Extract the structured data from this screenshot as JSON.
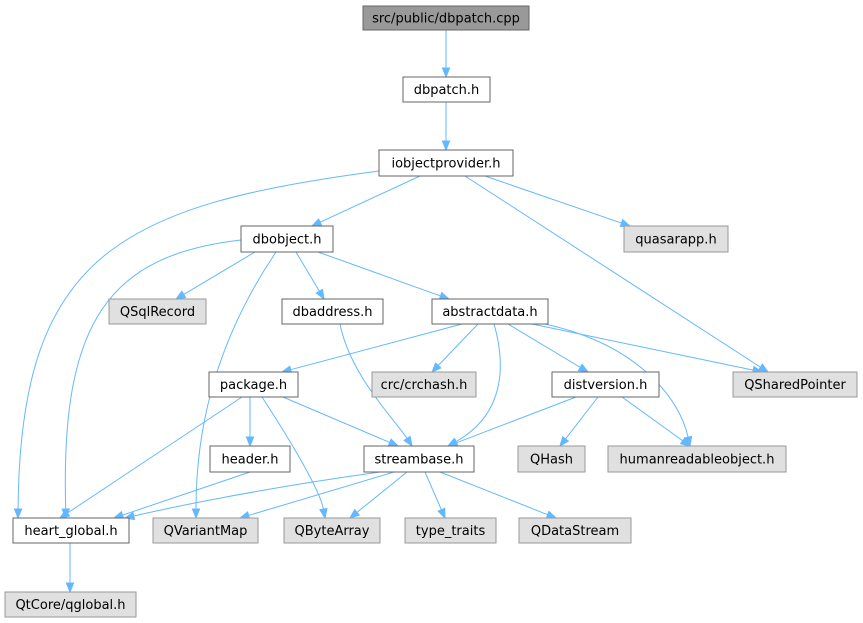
{
  "colors": {
    "root_fill": "#999999",
    "root_stroke": "#666666",
    "documented_fill": "#ffffff",
    "documented_stroke": "#666666",
    "external_fill": "#e0e0e0",
    "external_stroke": "#999999",
    "edge": "#63b8ff",
    "text": "#000000"
  },
  "nodes": [
    {
      "id": "dbpatch_cpp",
      "label": "src/public/dbpatch.cpp",
      "kind": "root"
    },
    {
      "id": "dbpatch_h",
      "label": "dbpatch.h",
      "kind": "documented"
    },
    {
      "id": "iobjectprovider_h",
      "label": "iobjectprovider.h",
      "kind": "documented"
    },
    {
      "id": "dbobject_h",
      "label": "dbobject.h",
      "kind": "documented"
    },
    {
      "id": "quasarapp_h",
      "label": "quasarapp.h",
      "kind": "external"
    },
    {
      "id": "qsqlrecord",
      "label": "QSqlRecord",
      "kind": "external"
    },
    {
      "id": "dbaddress_h",
      "label": "dbaddress.h",
      "kind": "documented"
    },
    {
      "id": "abstractdata_h",
      "label": "abstractdata.h",
      "kind": "documented"
    },
    {
      "id": "package_h",
      "label": "package.h",
      "kind": "documented"
    },
    {
      "id": "crchash_h",
      "label": "crc/crchash.h",
      "kind": "external"
    },
    {
      "id": "distversion_h",
      "label": "distversion.h",
      "kind": "documented"
    },
    {
      "id": "qsharedpointer",
      "label": "QSharedPointer",
      "kind": "external"
    },
    {
      "id": "header_h",
      "label": "header.h",
      "kind": "documented"
    },
    {
      "id": "streambase_h",
      "label": "streambase.h",
      "kind": "documented"
    },
    {
      "id": "qhash",
      "label": "QHash",
      "kind": "external"
    },
    {
      "id": "humanreadableobject_h",
      "label": "humanreadableobject.h",
      "kind": "external"
    },
    {
      "id": "heart_global_h",
      "label": "heart_global.h",
      "kind": "documented"
    },
    {
      "id": "qvariantmap",
      "label": "QVariantMap",
      "kind": "external"
    },
    {
      "id": "qbytearray",
      "label": "QByteArray",
      "kind": "external"
    },
    {
      "id": "type_traits",
      "label": "type_traits",
      "kind": "external"
    },
    {
      "id": "qdatastream",
      "label": "QDataStream",
      "kind": "external"
    },
    {
      "id": "qtcore_qglobal_h",
      "label": "QtCore/qglobal.h",
      "kind": "external"
    }
  ],
  "edges": [
    {
      "from": "dbpatch_cpp",
      "to": "dbpatch_h"
    },
    {
      "from": "dbpatch_h",
      "to": "iobjectprovider_h"
    },
    {
      "from": "iobjectprovider_h",
      "to": "dbobject_h"
    },
    {
      "from": "iobjectprovider_h",
      "to": "quasarapp_h"
    },
    {
      "from": "iobjectprovider_h",
      "to": "qsharedpointer"
    },
    {
      "from": "iobjectprovider_h",
      "to": "heart_global_h"
    },
    {
      "from": "dbobject_h",
      "to": "qsqlrecord"
    },
    {
      "from": "dbobject_h",
      "to": "dbaddress_h"
    },
    {
      "from": "dbobject_h",
      "to": "abstractdata_h"
    },
    {
      "from": "dbobject_h",
      "to": "heart_global_h"
    },
    {
      "from": "dbobject_h",
      "to": "qvariantmap"
    },
    {
      "from": "dbaddress_h",
      "to": "streambase_h"
    },
    {
      "from": "abstractdata_h",
      "to": "package_h"
    },
    {
      "from": "abstractdata_h",
      "to": "crchash_h"
    },
    {
      "from": "abstractdata_h",
      "to": "distversion_h"
    },
    {
      "from": "abstractdata_h",
      "to": "qsharedpointer"
    },
    {
      "from": "abstractdata_h",
      "to": "humanreadableobject_h"
    },
    {
      "from": "abstractdata_h",
      "to": "streambase_h"
    },
    {
      "from": "package_h",
      "to": "header_h"
    },
    {
      "from": "package_h",
      "to": "streambase_h"
    },
    {
      "from": "package_h",
      "to": "heart_global_h"
    },
    {
      "from": "package_h",
      "to": "qbytearray"
    },
    {
      "from": "distversion_h",
      "to": "streambase_h"
    },
    {
      "from": "distversion_h",
      "to": "qhash"
    },
    {
      "from": "distversion_h",
      "to": "humanreadableobject_h"
    },
    {
      "from": "header_h",
      "to": "heart_global_h"
    },
    {
      "from": "streambase_h",
      "to": "heart_global_h"
    },
    {
      "from": "streambase_h",
      "to": "qvariantmap"
    },
    {
      "from": "streambase_h",
      "to": "qbytearray"
    },
    {
      "from": "streambase_h",
      "to": "type_traits"
    },
    {
      "from": "streambase_h",
      "to": "qdatastream"
    },
    {
      "from": "heart_global_h",
      "to": "qtcore_qglobal_h"
    }
  ]
}
